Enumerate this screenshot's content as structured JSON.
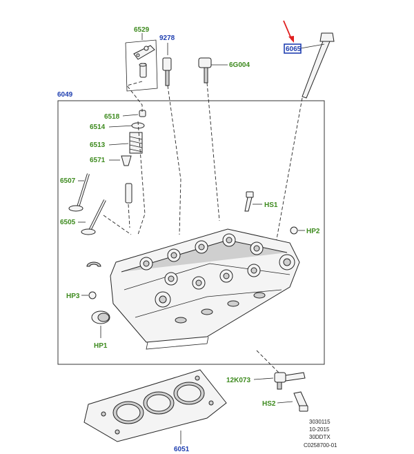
{
  "labels": {
    "l6529": "6529",
    "l9278": "9278",
    "l6065": "6065",
    "l6G004": "6G004",
    "l6049": "6049",
    "l6518": "6518",
    "l6514": "6514",
    "l6513": "6513",
    "l6571": "6571",
    "l6507": "6507",
    "l6505": "6505",
    "lHS1": "HS1",
    "lHP2": "HP2",
    "lHP3": "HP3",
    "lHP1": "HP1",
    "l12K073": "12K073",
    "lHS2": "HS2",
    "l6051": "6051"
  },
  "stamp": {
    "line1": "3030115",
    "line2": "10-2015",
    "line3": "30DDTX",
    "line4": "C0258700-01"
  },
  "colors": {
    "label_green": "#3d8a1e",
    "label_blue": "#1f3fb0",
    "highlight_box": "#1f3fb0",
    "arrow": "#e02020"
  }
}
